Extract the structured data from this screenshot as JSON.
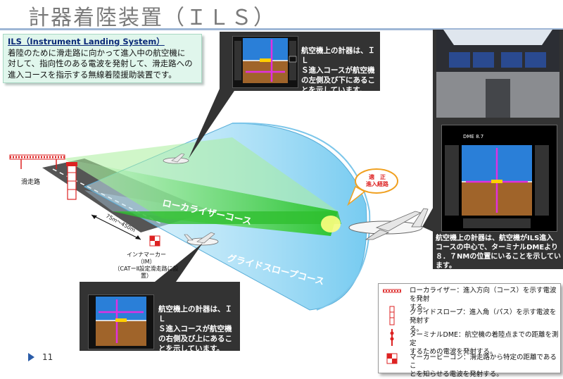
{
  "title": "計器着陸装置（ＩＬＳ）",
  "intro": {
    "heading": "ILS（Instrument Landing System）",
    "lines": [
      "着陸のために滑走路に向かって進入中の航空機に",
      "対して、指向性のある電波を発射して、滑走路への",
      "進入コースを指示する無線着陸援助装置です。"
    ]
  },
  "callout_top": {
    "lines": [
      "航空機上の計器は、ＩＬ",
      "Ｓ進入コースが航空機",
      "の左側及び下にあるこ",
      "とを示しています。"
    ]
  },
  "callout_bottom": {
    "lines": [
      "航空機上の計器は、ＩＬ",
      "Ｓ進入コースが航空機",
      "の右側及び上にあるこ",
      "とを示しています。"
    ]
  },
  "callout_right": {
    "lines": [
      "航空機上の計器は、航空機が",
      "ILS進入",
      "コースの中心で、ターミナルDMEより",
      "８．７NMの位置にいることを示しています。"
    ]
  },
  "diagram": {
    "runway_label": "滑走路",
    "localizer_course": "ローカライザーコース",
    "glideslope_course": "グライドスロープコース",
    "distance_label": "75m～450m",
    "inner_marker": [
      "インナマーカー",
      "（IM）",
      "（CATーⅡ設定滑走路に設置）"
    ],
    "proper_path": [
      "適　正",
      "進入経路"
    ]
  },
  "pfd_right": {
    "dme": "DME 8.7"
  },
  "legend": {
    "items": [
      {
        "lines": [
          "ローカライザー：進入方向（コース）を示す電波を発射",
          "する。"
        ]
      },
      {
        "lines": [
          "グライドスロープ：進入角（パス）を示す電波を発射す",
          "る。"
        ]
      },
      {
        "lines": [
          "ターミナルDME：航空機の着陸点までの距離を測定",
          "するための電波を発射する。"
        ]
      },
      {
        "lines": [
          "マーカービーコン：滑走路から特定の距離であるこ",
          "とを知らせる電波を発射する。"
        ]
      }
    ]
  },
  "page_number": "11",
  "colors": {
    "localizer": "#3cd63c",
    "glideslope": "#6ec8ee",
    "callout_bg": "#333333",
    "intro_bg": "#e0f6ec",
    "proper_path": "#f0a020"
  }
}
